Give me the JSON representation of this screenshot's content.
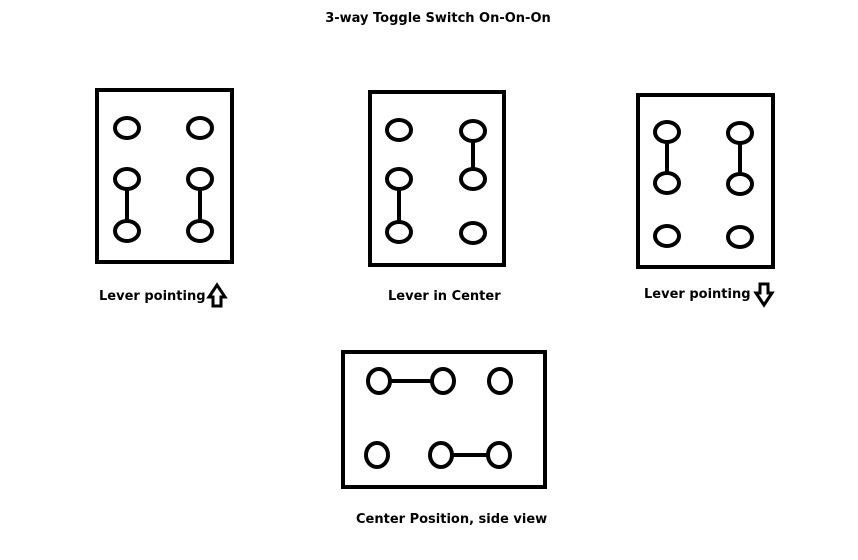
{
  "title": "3-way Toggle Switch On-On-On",
  "colors": {
    "ink": "#000000",
    "background": "#ffffff"
  },
  "switches": [
    {
      "id": "up",
      "caption": "Lever pointing",
      "arrow": "up-arrow-icon"
    },
    {
      "id": "center",
      "caption": "Lever in Center"
    },
    {
      "id": "down",
      "caption": "Lever pointing",
      "arrow": "down-arrow-icon"
    },
    {
      "id": "side",
      "caption": "Center Position, side view"
    }
  ]
}
